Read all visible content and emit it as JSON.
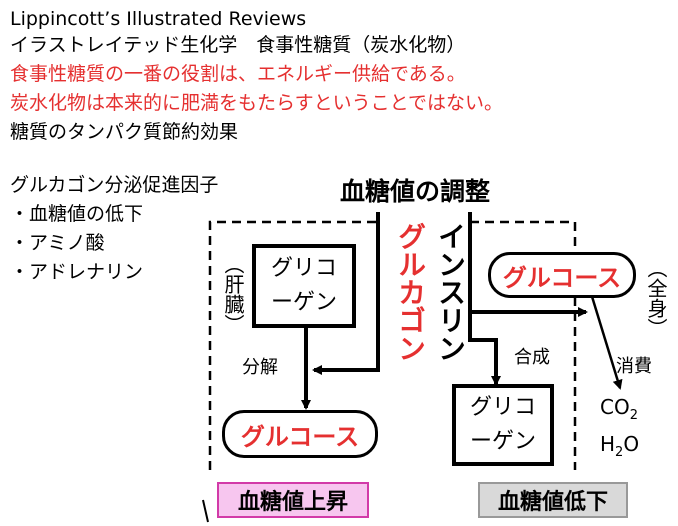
{
  "header": {
    "line1": "Lippincott’s Illustrated Reviews",
    "line2": "イラストレイテッド生化学　食事性糖質（炭水化物）",
    "line3": "食事性糖質の一番の役割は、エネルギー供給である。",
    "line4": "炭水化物は本来的に肥満をもたらすということではない。",
    "line5": "糖質のタンパク質節約効果"
  },
  "glucagon_factors": {
    "heading": "グルカゴン分泌促進因子",
    "items": [
      "・血糖値の低下",
      "・アミノ酸",
      "・アドレナリン"
    ]
  },
  "diagram": {
    "title": "血糖値の調整",
    "liver_label": "（肝臓）",
    "body_label": "（全身）",
    "glucagon": "グルカゴン",
    "insulin": "インスリン",
    "glycogen_liver_line1": "グリコ",
    "glycogen_liver_line2": "ーゲン",
    "glycogen_body_line1": "グリコ",
    "glycogen_body_line2": "ーゲン",
    "glucose_liver": "グルコース",
    "glucose_body": "グルコース",
    "decomposition": "分解",
    "synthesis": "合成",
    "consumption": "消費",
    "co2": "CO",
    "co2_sub": "2",
    "h2o_h": "H",
    "h2o_sub": "2",
    "h2o_o": "O",
    "rise": "血糖値上昇",
    "fall": "血糖値低下",
    "colors": {
      "red": "#e53030",
      "rise_bg": "#f7c6ef",
      "fall_bg": "#d9d9d9"
    }
  }
}
